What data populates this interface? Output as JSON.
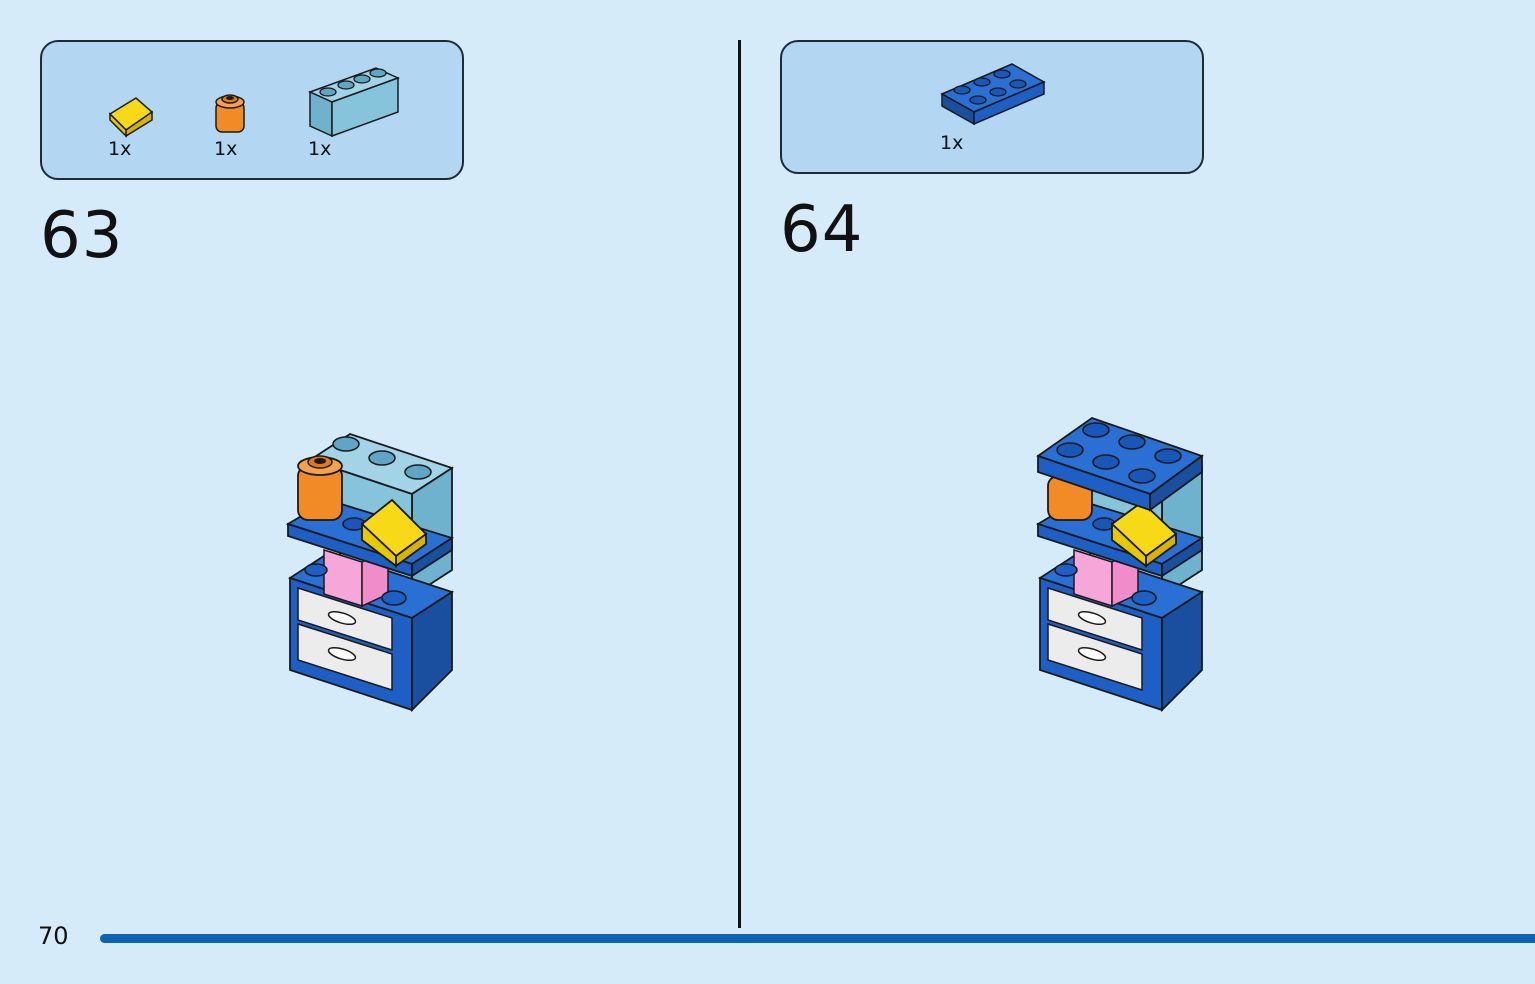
{
  "page": {
    "number": "70"
  },
  "steps": [
    {
      "number": "63",
      "parts": [
        {
          "icon": "yellow-slope-brick-icon",
          "quantity": "1x",
          "color": "#f7d917"
        },
        {
          "icon": "orange-round-brick-icon",
          "quantity": "1x",
          "color": "#f28a26"
        },
        {
          "icon": "light-blue-brick-1x4-icon",
          "quantity": "1x",
          "color": "#86c4dc"
        }
      ]
    },
    {
      "number": "64",
      "parts": [
        {
          "icon": "blue-plate-2x4-icon",
          "quantity": "1x",
          "color": "#1d5fc4"
        }
      ]
    }
  ],
  "colors": {
    "background": "#d5ebf9",
    "parts_box": "#b3d6f2",
    "accent_bar": "#0b64b0"
  }
}
